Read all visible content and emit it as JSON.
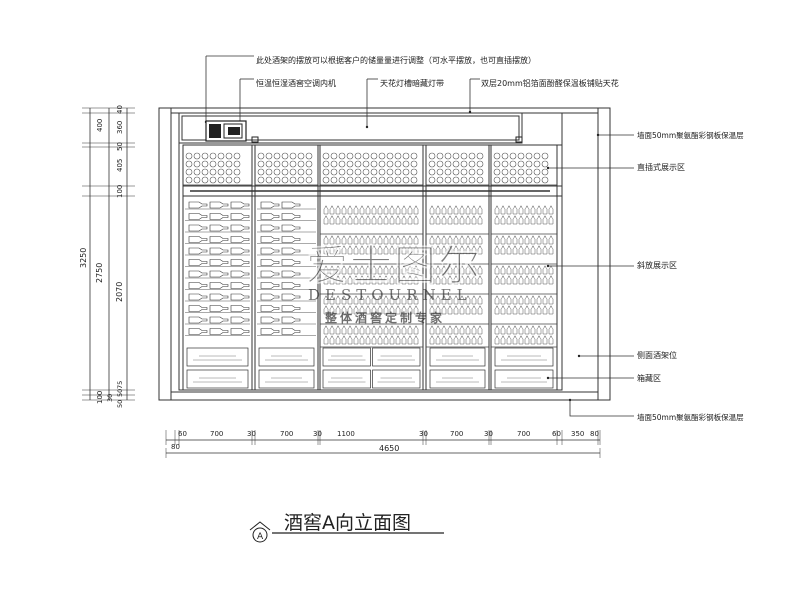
{
  "notes": {
    "top": "此处酒架的摆放可以根据客户的储量量进行调整（可水平摆放，也可直插摆放）",
    "ac": "恒温恒湿酒窖空调内机",
    "light": "天花灯槽暗藏灯带",
    "ceiling": "双层20mm铝箔面酚醛保温板铺贴天花",
    "wall_top": "墙面50mm聚氨酯彩钢板保温层",
    "straight": "直插式展示区",
    "slant": "斜放展示区",
    "side_rack": "侧面酒架位",
    "crate": "箱藏区",
    "wall_bottom": "墙面50mm聚氨酯彩钢板保温层"
  },
  "dims": {
    "total_height": "3250",
    "inner_height": "2750",
    "rack_height": "2070",
    "h400": "400",
    "h360": "360",
    "h40a": "40",
    "h50a": "50",
    "h405": "405",
    "h100a": "100",
    "h100b": "100",
    "h50b": "50",
    "h75": "75",
    "h50c": "50",
    "h30": "30",
    "w_segments": [
      "80",
      "60",
      "700",
      "30",
      "700",
      "30",
      "1100",
      "30",
      "700",
      "30",
      "700",
      "60",
      "350",
      "80"
    ],
    "w_total": "4650"
  },
  "watermark": {
    "cn": "爱士图尔",
    "en": "DESTOURNEL",
    "sub": "整体酒窖定制专家"
  },
  "title": {
    "text": "酒窖A向立面图",
    "symbol": "A"
  }
}
